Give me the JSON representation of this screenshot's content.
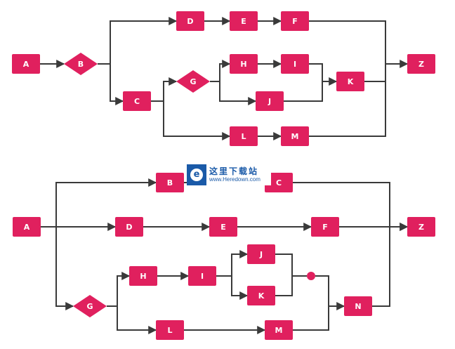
{
  "colors": {
    "node_fill": "#e0205e",
    "edge": "#3a3a3a",
    "label": "#ffffff",
    "watermark": "#1a5aa8"
  },
  "diagrams": [
    {
      "name": "top-flow",
      "nodes": [
        {
          "id": "A",
          "label": "A",
          "shape": "rect"
        },
        {
          "id": "B",
          "label": "B",
          "shape": "diamond"
        },
        {
          "id": "C",
          "label": "C",
          "shape": "rect"
        },
        {
          "id": "D",
          "label": "D",
          "shape": "rect"
        },
        {
          "id": "E",
          "label": "E",
          "shape": "rect"
        },
        {
          "id": "F",
          "label": "F",
          "shape": "rect"
        },
        {
          "id": "G",
          "label": "G",
          "shape": "diamond"
        },
        {
          "id": "H",
          "label": "H",
          "shape": "rect"
        },
        {
          "id": "I",
          "label": "I",
          "shape": "rect"
        },
        {
          "id": "J",
          "label": "J",
          "shape": "rect"
        },
        {
          "id": "K",
          "label": "K",
          "shape": "rect"
        },
        {
          "id": "L",
          "label": "L",
          "shape": "rect"
        },
        {
          "id": "M",
          "label": "M",
          "shape": "rect"
        },
        {
          "id": "Z",
          "label": "Z",
          "shape": "rect"
        }
      ],
      "edges": [
        [
          "A",
          "B"
        ],
        [
          "B",
          "D"
        ],
        [
          "B",
          "C"
        ],
        [
          "D",
          "E"
        ],
        [
          "E",
          "F"
        ],
        [
          "C",
          "G"
        ],
        [
          "C",
          "L"
        ],
        [
          "G",
          "H"
        ],
        [
          "G",
          "J"
        ],
        [
          "H",
          "I"
        ],
        [
          "I",
          "K"
        ],
        [
          "J",
          "K"
        ],
        [
          "L",
          "M"
        ],
        [
          "F",
          "Z"
        ],
        [
          "K",
          "Z"
        ],
        [
          "M",
          "Z"
        ]
      ]
    },
    {
      "name": "bottom-flow",
      "nodes": [
        {
          "id": "A",
          "label": "A",
          "shape": "rect"
        },
        {
          "id": "B",
          "label": "B",
          "shape": "rect"
        },
        {
          "id": "C",
          "label": "C",
          "shape": "rect"
        },
        {
          "id": "D",
          "label": "D",
          "shape": "rect"
        },
        {
          "id": "E",
          "label": "E",
          "shape": "rect"
        },
        {
          "id": "F",
          "label": "F",
          "shape": "rect"
        },
        {
          "id": "G",
          "label": "G",
          "shape": "diamond"
        },
        {
          "id": "H",
          "label": "H",
          "shape": "rect"
        },
        {
          "id": "I",
          "label": "I",
          "shape": "rect"
        },
        {
          "id": "J",
          "label": "J",
          "shape": "rect"
        },
        {
          "id": "K",
          "label": "K",
          "shape": "rect"
        },
        {
          "id": "JOIN",
          "label": "",
          "shape": "dot"
        },
        {
          "id": "L",
          "label": "L",
          "shape": "rect"
        },
        {
          "id": "M",
          "label": "M",
          "shape": "rect"
        },
        {
          "id": "N",
          "label": "N",
          "shape": "rect"
        },
        {
          "id": "Z",
          "label": "Z",
          "shape": "rect"
        }
      ],
      "edges": [
        [
          "A",
          "B"
        ],
        [
          "A",
          "D"
        ],
        [
          "A",
          "G"
        ],
        [
          "B",
          "C"
        ],
        [
          "D",
          "E"
        ],
        [
          "E",
          "F"
        ],
        [
          "G",
          "H"
        ],
        [
          "G",
          "L"
        ],
        [
          "H",
          "I"
        ],
        [
          "I",
          "J"
        ],
        [
          "I",
          "K"
        ],
        [
          "J",
          "JOIN"
        ],
        [
          "K",
          "JOIN"
        ],
        [
          "JOIN",
          "N"
        ],
        [
          "L",
          "M"
        ],
        [
          "M",
          "N"
        ],
        [
          "C",
          "Z"
        ],
        [
          "F",
          "Z"
        ],
        [
          "N",
          "Z"
        ]
      ]
    }
  ],
  "watermark": {
    "logo_glyph": "e",
    "title": "这里下载站",
    "url": "www.Heredown.com"
  }
}
